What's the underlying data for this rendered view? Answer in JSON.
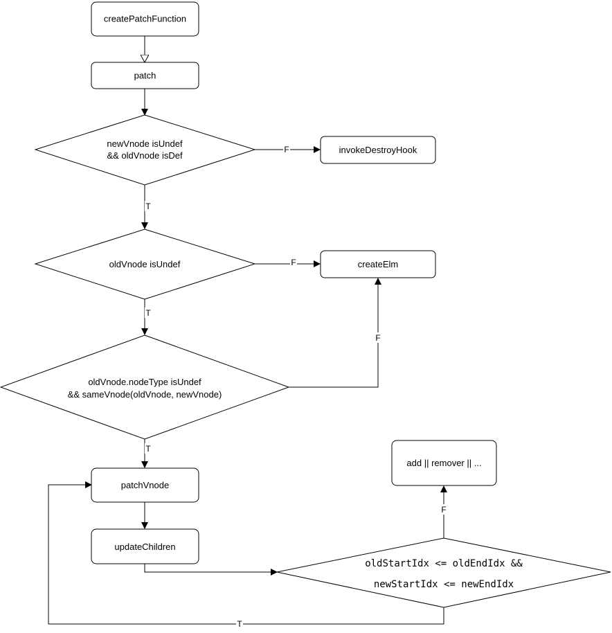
{
  "nodes": {
    "create_patch_function": "createPatchFunction",
    "patch": "patch",
    "decision_destroy": [
      "newVnode isUndef",
      "&& oldVnode isDef"
    ],
    "invoke_destroy_hook": "invokeDestroyHook",
    "decision_old_undef": "oldVnode isUndef",
    "create_elm": "createElm",
    "decision_same_vnode": [
      "oldVnode.nodeType  isUndef",
      "&& sameVnode(oldVnode, newVnode)"
    ],
    "patch_vnode": "patchVnode",
    "update_children": "updateChildren",
    "add_remove": "add || remover || ...",
    "decision_loop": [
      "oldStartIdx <= oldEndIdx &&",
      "newStartIdx <= newEndIdx"
    ]
  },
  "edge_labels": {
    "destroy_false": "F",
    "destroy_true": "T",
    "old_undef_false": "F",
    "old_undef_true": "T",
    "same_vnode_false": "F",
    "same_vnode_true": "T",
    "loop_false": "F",
    "loop_true": "T"
  }
}
